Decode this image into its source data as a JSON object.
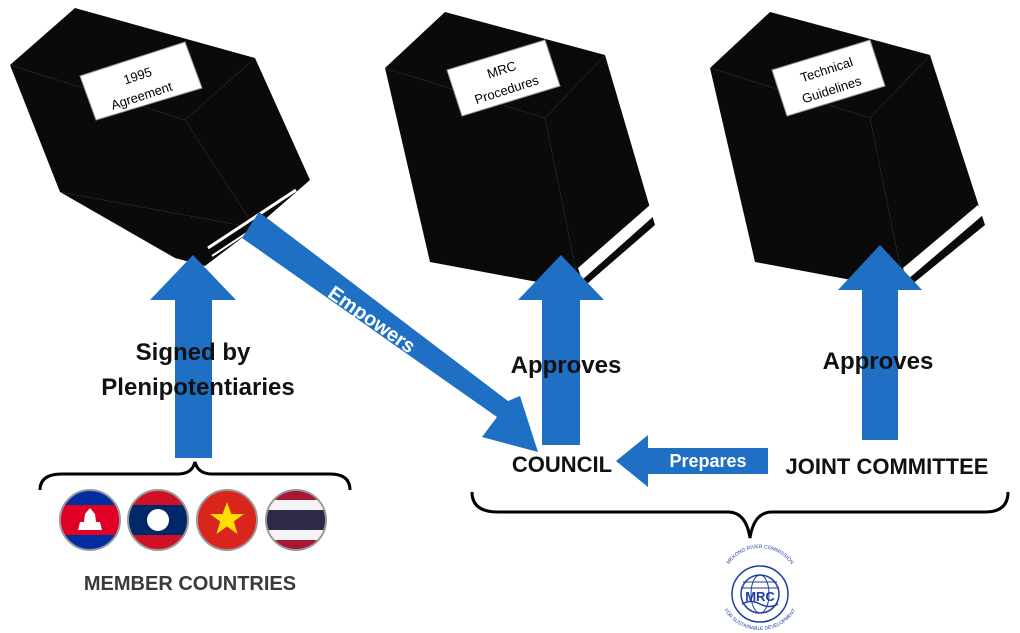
{
  "books": [
    {
      "title_lines": [
        "1995",
        "Agreement"
      ]
    },
    {
      "title_lines": [
        "MRC",
        "Procedures"
      ]
    },
    {
      "title_lines": [
        "Technical",
        "Guidelines"
      ]
    }
  ],
  "arrows": {
    "signed_by": [
      "Signed by",
      "Plenipotentiaries"
    ],
    "empowers": "Empowers",
    "approves_council": "Approves",
    "approves_committee": "Approves",
    "prepares": "Prepares"
  },
  "nodes": {
    "council": "COUNCIL",
    "joint_committee": "JOINT COMMITTEE",
    "member_countries": "MEMBER COUNTRIES"
  },
  "flags": [
    {
      "icon": "cambodia-flag-icon"
    },
    {
      "icon": "laos-flag-icon"
    },
    {
      "icon": "vietnam-flag-icon"
    },
    {
      "icon": "thailand-flag-icon"
    }
  ],
  "logo": {
    "text": "MRC",
    "ring_top": "MEKONG RIVER COMMISSION",
    "ring_bottom": "FOR SUSTAINABLE DEVELOPMENT"
  },
  "colors": {
    "arrow_blue": "#1f6fc4",
    "book_black": "#0a0a0a",
    "logo_blue": "#1d3e9a"
  }
}
